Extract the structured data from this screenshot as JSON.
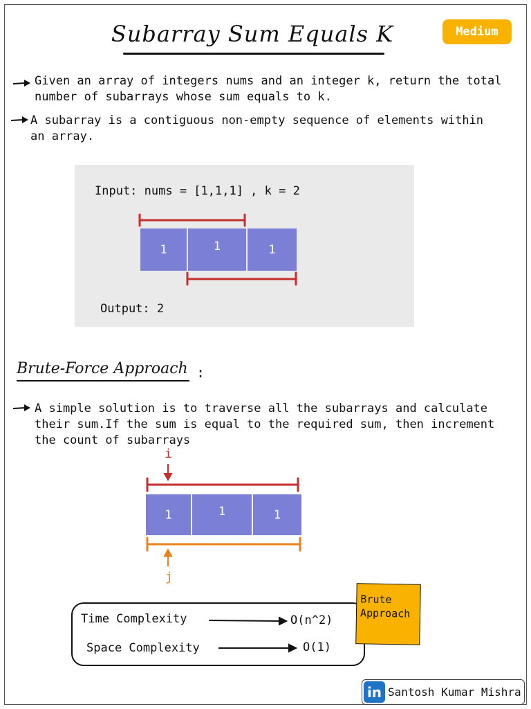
{
  "header": {
    "title": "Subarray Sum Equals K",
    "difficulty": "Medium",
    "difficulty_color": "#f9b200"
  },
  "description": {
    "line1a": "Given an array of integers nums and an integer k, return the total",
    "line1b": "number of subarrays whose sum equals to k.",
    "line2a": "A subarray is a contiguous non-empty sequence of elements within",
    "line2b": "an array."
  },
  "example": {
    "input": "Input: nums = [1,1,1] , k = 2",
    "cells": [
      "1",
      "1",
      "1"
    ],
    "output": "Output: 2",
    "cell_color": "#7b80d6",
    "bracket_color": "#c62d2d"
  },
  "brute_force": {
    "heading": "Brute-Force Approach",
    "colon": ":",
    "line_a": "A simple solution is to traverse all the subarrays and calculate",
    "line_b": "their sum.If the sum is equal to the required sum, then increment",
    "line_c": "the count of subarrays",
    "pointer_i": "i",
    "pointer_j": "j",
    "cells": [
      "1",
      "1",
      "1"
    ],
    "i_color": "#c62d2d",
    "j_color": "#e8821a"
  },
  "complexity": {
    "time_label": "Time Complexity",
    "time_value": "O(n^2)",
    "space_label": "Space Complexity",
    "space_value": "O(1)",
    "note_line1": "Brute",
    "note_line2": "Approach"
  },
  "footer": {
    "logo": "in",
    "author": "Santosh Kumar Mishra",
    "icon": "linkedin-icon"
  }
}
